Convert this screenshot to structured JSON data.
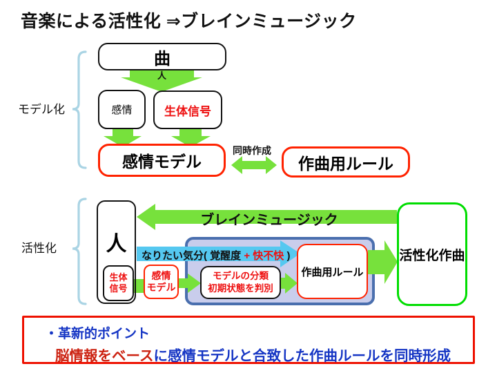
{
  "title": "音楽による活性化 ⇒ブレインミュージック",
  "modeling": {
    "bracket_label": "モデル化",
    "song_box": "曲",
    "person_arrow_label": "人",
    "emotion_box": "感情",
    "biosignal_box": "生体信号",
    "emotion_model_box": "感情モデル",
    "simultaneous_label": "同時作成",
    "composition_rules_box": "作曲用ルール"
  },
  "activation": {
    "bracket_label": "活性化",
    "person_box": "人",
    "biosignal_line1": "生体",
    "biosignal_line2": "信号",
    "emotion_model_line1": "感情",
    "emotion_model_line2": "モデル",
    "brain_music_label": "ブレインミュージック",
    "mood_arrow_part1": "なりたい気分( 覚醒度 ",
    "mood_arrow_part2": "+ 快不快",
    "mood_arrow_part3": " )",
    "classification_line1": "モデルの分類",
    "classification_line2": "初期状態を判別",
    "composition_rules_box": "作曲用ルール",
    "activated_composition_box": "活性化作曲"
  },
  "innovation": {
    "line1": "・革新的ポイント",
    "line2_red": "脳情報をベース",
    "line2_blue": "に感情モデルと合致した作曲ルールを同時形成"
  },
  "colors": {
    "arrow_green": "#77e13c",
    "arrow_cyan": "#55c8f0",
    "border_red": "#ff2200",
    "border_green": "#00dd00",
    "lavender_fill": "#c9cdec",
    "lavender_border": "#4a6fae",
    "brace_blue": "#aad4e4",
    "text_blue": "#1535c4",
    "text_red": "#cc2211"
  }
}
